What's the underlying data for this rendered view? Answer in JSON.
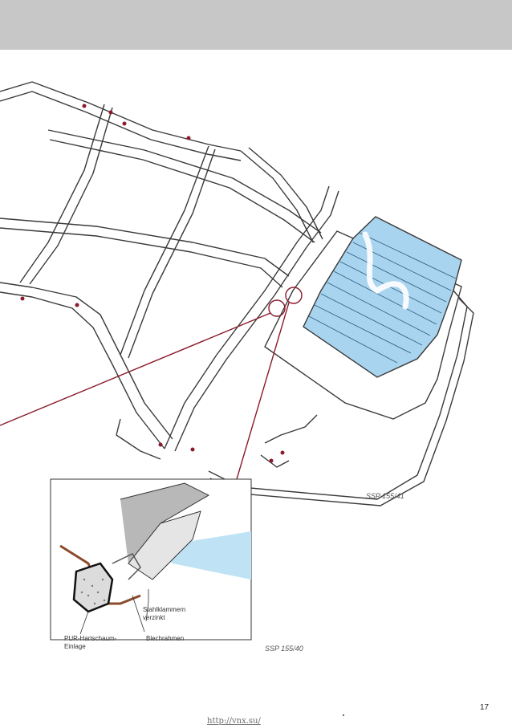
{
  "page": {
    "number": "17",
    "footer_link": "http://vnx.su/"
  },
  "figures": {
    "main": {
      "id": "SSP 155/41"
    },
    "detail": {
      "id": "SSP 155/40",
      "labels": {
        "steel_clips": [
          "Stahlklammern",
          "verzinkt"
        ],
        "foam_insert": [
          "PUR-Hartschaum-",
          "Einlage"
        ],
        "sheet_frame": "Blechrahmen"
      }
    }
  },
  "colors": {
    "header_band": "#c7c7c7",
    "callout_red": "#8b1a2b",
    "glass_blue": "#a9d4ef",
    "frame_line": "#3a3a3a"
  }
}
